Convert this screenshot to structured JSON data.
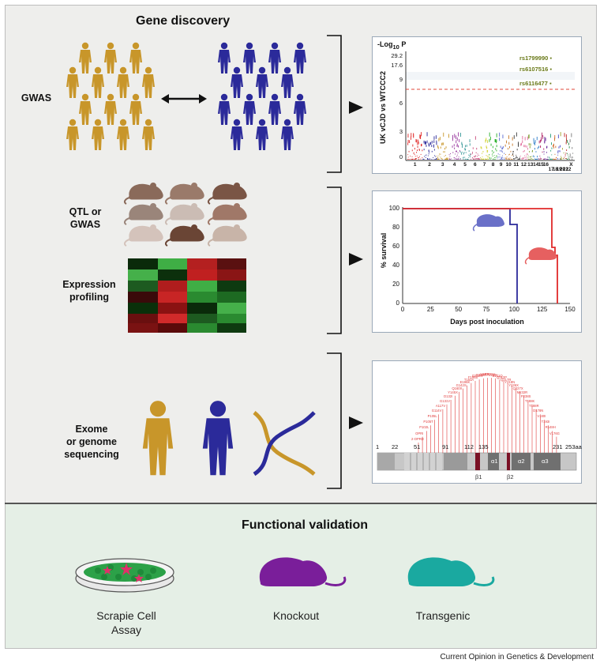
{
  "section_top_title": "Gene discovery",
  "section_bottom_title": "Functional validation",
  "rows": {
    "gwas_label": "GWAS",
    "qtl_label": "QTL or\nGWAS",
    "expression_label": "Expression\nprofiling",
    "exome_label": "Exome\nor genome\nsequencing"
  },
  "manhattan": {
    "ylabel_top": "-Log",
    "ylabel_sub": "10",
    "ylabel_p": "P",
    "yaxis_label": "UK vCJD vs WTCCC2",
    "yticks": [
      "29.2",
      "17.6",
      "9",
      "6",
      "3",
      "0"
    ],
    "snps": [
      "rs1799990",
      "rs6107516",
      "rs6116477"
    ],
    "chromosomes": [
      "1",
      "2",
      "3",
      "4",
      "5",
      "6",
      "7",
      "8",
      "9",
      "10",
      "11",
      "12",
      "13",
      "14",
      "15",
      "16",
      "17",
      "18",
      "19",
      "20",
      "21",
      "22",
      "X"
    ]
  },
  "survival": {
    "ylabel": "% survival",
    "xlabel": "Days post inoculation",
    "yticks": [
      "100",
      "80",
      "60",
      "40",
      "20",
      "0"
    ],
    "xticks": [
      "0",
      "25",
      "50",
      "75",
      "100",
      "125",
      "150"
    ]
  },
  "prion_map": {
    "positions": [
      "1",
      "22",
      "51",
      "91",
      "112",
      "135",
      "231",
      "253aa"
    ],
    "domains": [
      "β1",
      "α1",
      "β2",
      "α2",
      "α3"
    ],
    "mutations": [
      "2-OPRD",
      "OPRI",
      "P102L",
      "P105T",
      "P105L",
      "G114V",
      "A117V",
      "G131V",
      "D132I",
      "Y145X",
      "Q160X",
      "G142S",
      "E196K",
      "T183A",
      "F198S",
      "D202N",
      "E200K",
      "V203I",
      "R208H",
      "V210I",
      "E211Q",
      "Q212P",
      "Q217R",
      "Y218N",
      "Y226X",
      "Q227X",
      "M232R",
      "P238S",
      "T188K",
      "T188R",
      "D178N",
      "V180I",
      "T193I",
      "R148H",
      "V176G"
    ]
  },
  "validation": {
    "items": [
      "Scrapie Cell\nAssay",
      "Knockout",
      "Transgenic"
    ]
  },
  "credit": "Current Opinion in Genetics & Development",
  "colors": {
    "human_gold": "#c8962a",
    "human_blue": "#2b2a9a",
    "purple_mouse": "#7a1e9a",
    "teal_mouse": "#1aa9a0"
  }
}
